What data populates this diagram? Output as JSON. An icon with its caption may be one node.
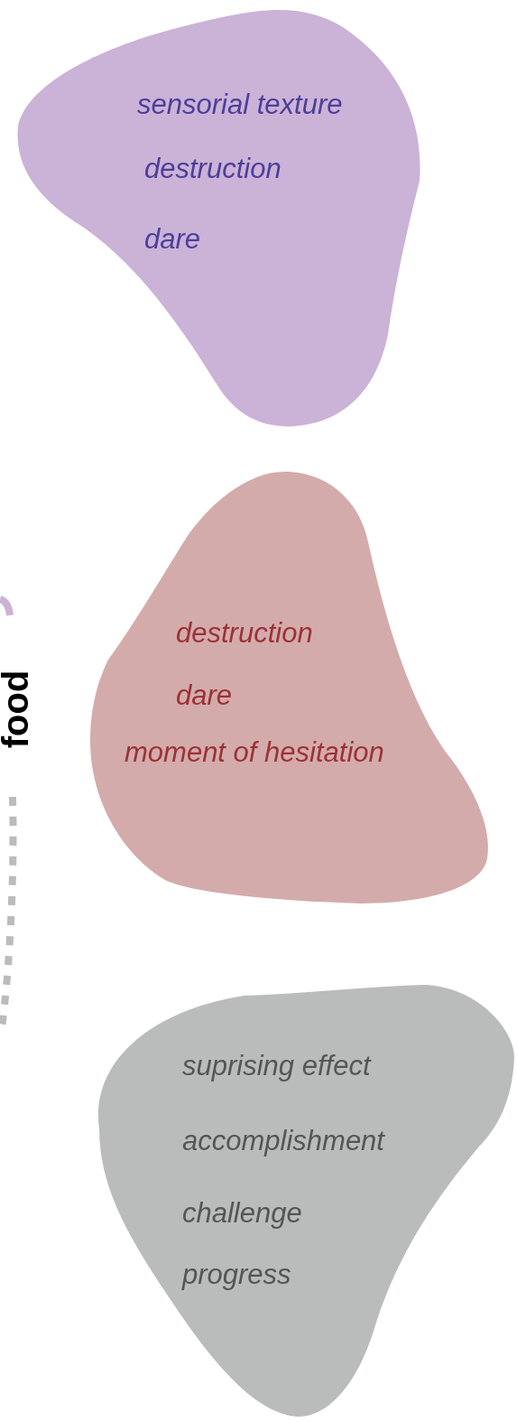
{
  "diagram": {
    "nodes": [
      {
        "text": [
          "sensorial texture",
          "destruction",
          "dare"
        ]
      },
      {
        "text": [
          "destruction",
          "dare",
          "moment of hesitation"
        ]
      },
      {
        "text": [
          "suprising effect",
          "accomplishment",
          "challenge",
          "progress"
        ]
      }
    ],
    "labels": [
      "food"
    ]
  }
}
